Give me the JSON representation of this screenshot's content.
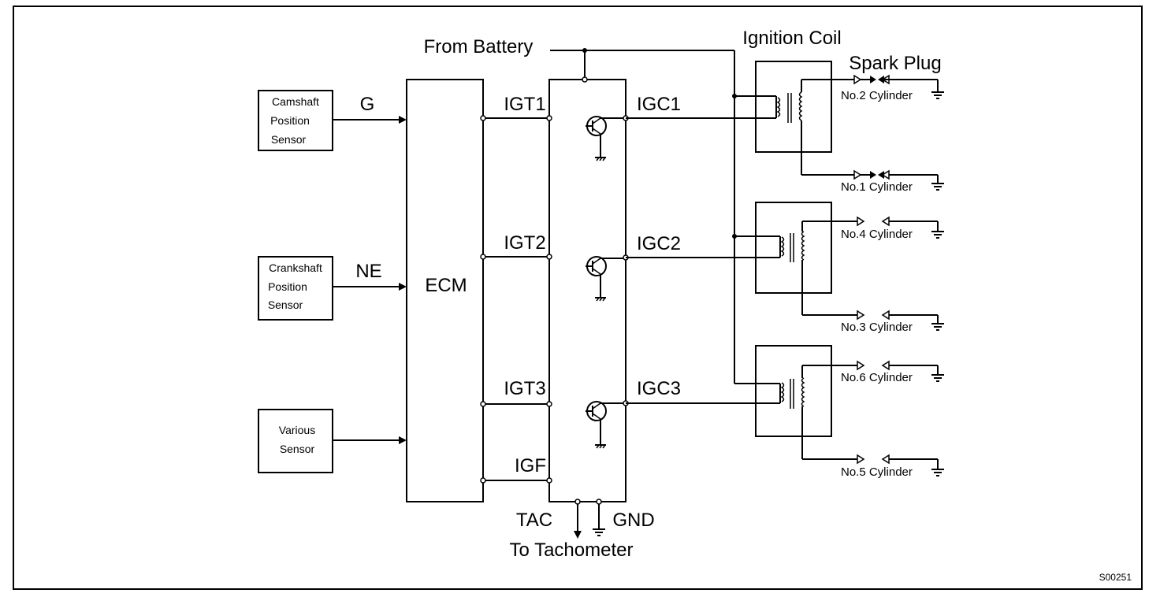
{
  "labels": {
    "from_battery": "From Battery",
    "ignition_coil": "Ignition Coil",
    "spark_plug": "Spark Plug",
    "ecm": "ECM",
    "g": "G",
    "ne": "NE",
    "igt1": "IGT1",
    "igt2": "IGT2",
    "igt3": "IGT3",
    "igf": "IGF",
    "igc1": "IGC1",
    "igc2": "IGC2",
    "igc3": "IGC3",
    "tac": "TAC",
    "gnd": "GND",
    "to_tachometer": "To Tachometer",
    "figure_code": "S00251"
  },
  "sensors": {
    "camshaft": [
      "Camshaft",
      "Position",
      "Sensor"
    ],
    "crankshaft": [
      "Crankshaft",
      "Position",
      "Sensor"
    ],
    "various": [
      "Various",
      "Sensor"
    ]
  },
  "cylinders": [
    "No.2 Cylinder",
    "No.1 Cylinder",
    "No.4 Cylinder",
    "No.3 Cylinder",
    "No.6 Cylinder",
    "No.5 Cylinder"
  ]
}
